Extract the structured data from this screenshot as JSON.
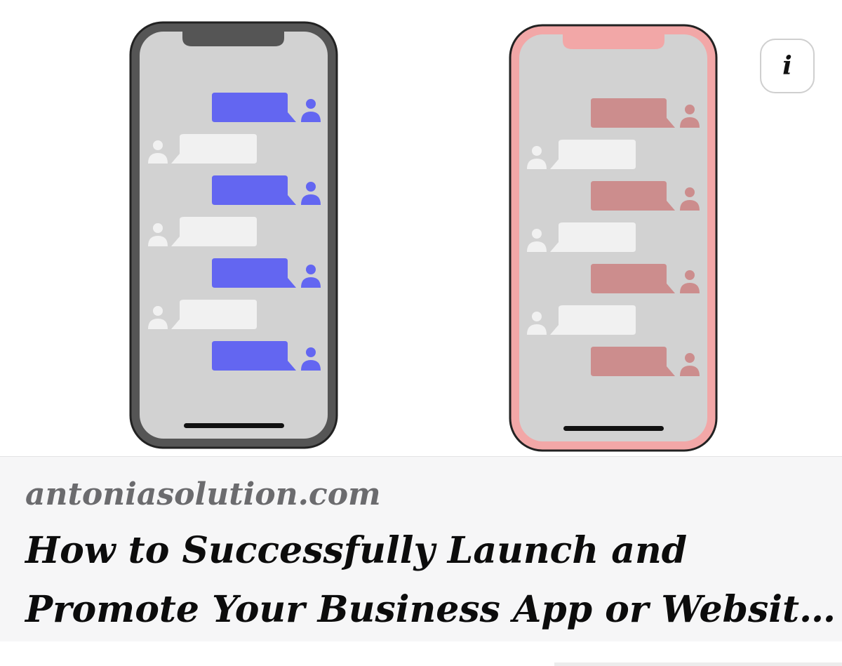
{
  "card": {
    "source": "antoniasolution.com",
    "title_line1": "How to Successfully Launch and",
    "title_line2": "Promote Your Business App or Websit…"
  },
  "info_button": {
    "icon": "info-icon",
    "glyph": "i"
  },
  "illustration": {
    "phones": [
      {
        "name": "phone-dark",
        "frame_color": "#555555",
        "screen_color": "#d2d2d2",
        "sent_bubble_color": "#6366f1",
        "received_bubble_color": "#f1f1f1",
        "sent_avatar_color": "#6366f1",
        "received_avatar_color": "#f1f1f1",
        "home_bar_color": "#111111"
      },
      {
        "name": "phone-pink",
        "frame_color": "#f2a7a7",
        "screen_color": "#d2d2d2",
        "sent_bubble_color": "#cc8d8d",
        "received_bubble_color": "#f1f1f1",
        "sent_avatar_color": "#cc8d8d",
        "received_avatar_color": "#f1f1f1",
        "home_bar_color": "#111111"
      }
    ],
    "messages": [
      "sent",
      "received",
      "sent",
      "received",
      "sent",
      "received",
      "sent"
    ]
  }
}
